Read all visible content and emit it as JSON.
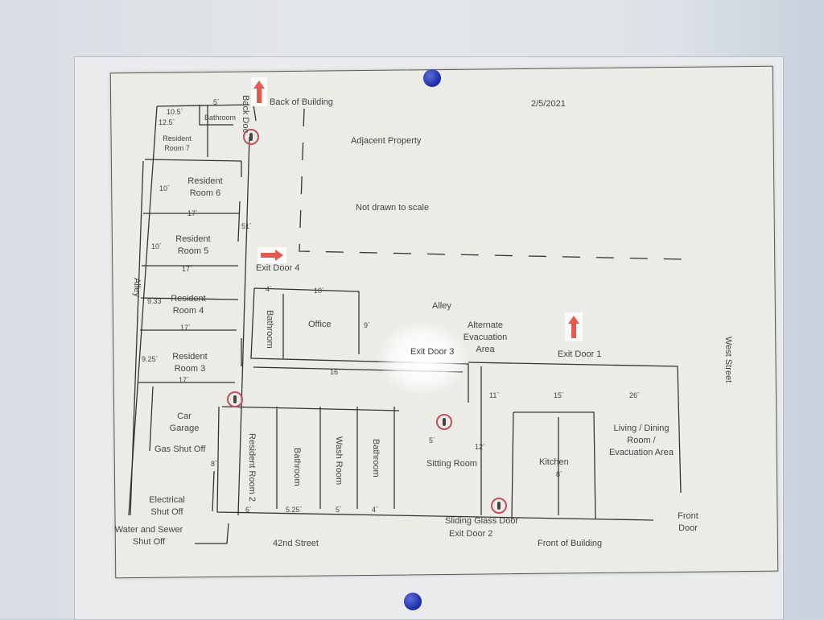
{
  "date": "2/5/2021",
  "note": "Not drawn to scale",
  "streets": {
    "back": "Back of Building",
    "front": "Front of Building",
    "west": "West Street",
    "south": "42nd Street",
    "alley_left": "Alley",
    "alley_mid": "Alley"
  },
  "areas": {
    "adjacent": "Adjacent Property",
    "back_door": "Back Doc",
    "bathroom_top": "Bathroom",
    "room7": "Resident Room 7",
    "room6": "Resident Room 6",
    "room5": "Resident Room 5",
    "room4": "Resident Room 4",
    "room3": "Resident Room 3",
    "room2": "Resident Room 2",
    "bathroom_mid": "Bathroom",
    "office": "Office",
    "bathroom_low1": "Bathroom",
    "wash_room": "Wash Room",
    "bathroom_low2": "Bathroom",
    "sitting_room": "Sitting Room",
    "kitchen": "Kitchen",
    "living": "Living / Dining Room / Evacuation Area",
    "alt_evac": "Alternate Evacuation Area",
    "car_garage": "Car Garage",
    "front_door": "Front Door"
  },
  "exits": {
    "door1": "Exit Door 1",
    "door2": "Exit Door 2",
    "door3": "Exit Door 3",
    "door4": "Exit Door 4",
    "sliding": "Sliding Glass Door"
  },
  "utilities": {
    "gas": "Gas Shut Off",
    "electrical": "Electrical Shut Off",
    "water": "Water and Sewer Shut Off"
  },
  "dimensions": {
    "d5top": "5`",
    "d10_5": "10.5`",
    "d12_5": "12.5`",
    "d10a": "10`",
    "d17a": "17`",
    "d10b": "10`",
    "d17b": "17`",
    "d9_33": "9.33`",
    "d17c": "17`",
    "d9_25": "9.25`",
    "d17d": "17`",
    "d51": "51`",
    "d4": "4`",
    "d10c": "10`",
    "d9": "9`",
    "d16": "16`",
    "d11": "11`",
    "d15": "15`",
    "d26": "26`",
    "d5mid": "5`",
    "d12": "12`",
    "d8k": "8`",
    "d8g": "8`",
    "d6": "6`",
    "d5_25": "5.25`",
    "d5low": "5`",
    "d4low": "4`"
  },
  "colors": {
    "exit_arrow": "#e8584f",
    "extinguisher_ring": "#c25060",
    "pin": "#1a2aa0"
  }
}
